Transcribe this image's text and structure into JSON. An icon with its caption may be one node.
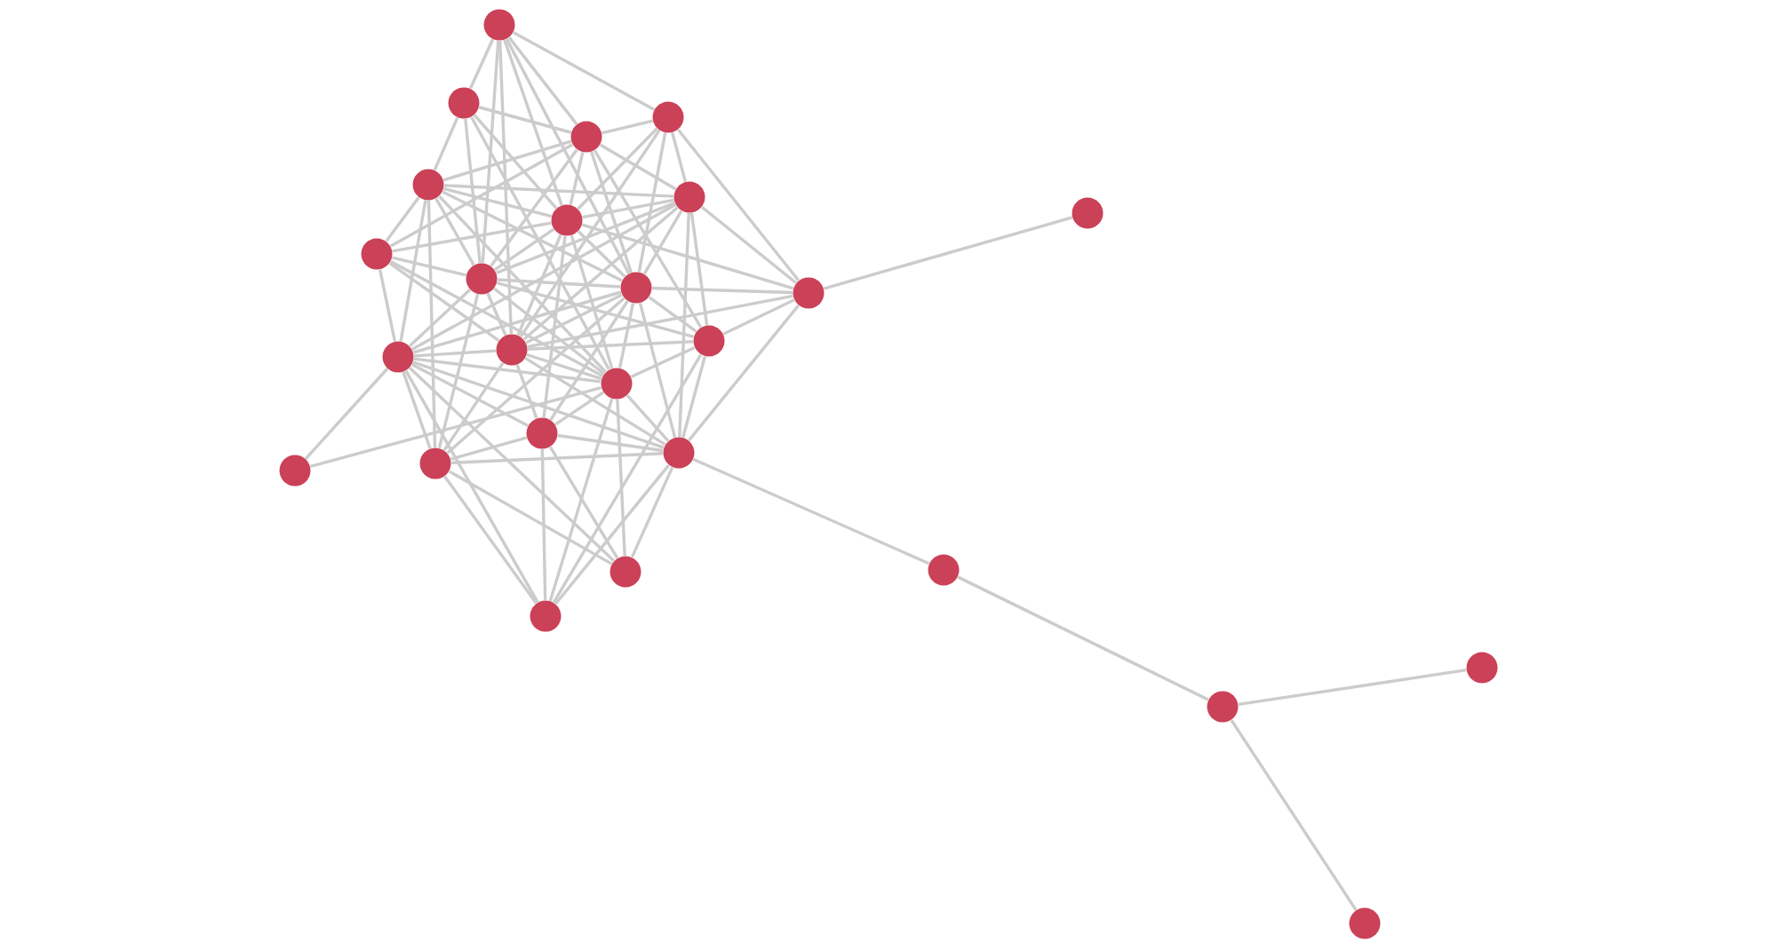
{
  "diagram": {
    "nodes": [
      {
        "text": [],
        "shape": "circle"
      },
      {
        "text": [],
        "shape": "circle"
      },
      {
        "text": [],
        "shape": "circle"
      },
      {
        "text": [],
        "shape": "circle"
      },
      {
        "text": [],
        "shape": "circle"
      },
      {
        "text": [],
        "shape": "circle"
      },
      {
        "text": [],
        "shape": "circle"
      },
      {
        "text": [],
        "shape": "circle"
      },
      {
        "text": [],
        "shape": "circle"
      },
      {
        "text": [],
        "shape": "circle"
      },
      {
        "text": [],
        "shape": "circle"
      },
      {
        "text": [],
        "shape": "circle"
      },
      {
        "text": [],
        "shape": "circle"
      },
      {
        "text": [],
        "shape": "circle"
      },
      {
        "text": [],
        "shape": "circle"
      },
      {
        "text": [],
        "shape": "circle"
      },
      {
        "text": [],
        "shape": "circle"
      },
      {
        "text": [],
        "shape": "circle"
      },
      {
        "text": [],
        "shape": "circle"
      },
      {
        "text": [],
        "shape": "circle"
      },
      {
        "text": [],
        "shape": "circle"
      },
      {
        "text": [],
        "shape": "circle"
      },
      {
        "text": [],
        "shape": "circle"
      },
      {
        "text": [],
        "shape": "circle"
      },
      {
        "text": [],
        "shape": "circle"
      },
      {
        "text": [],
        "shape": "circle"
      }
    ],
    "edges": [
      {
        "from": 0,
        "to": 1,
        "arrow": "none"
      },
      {
        "from": 0,
        "to": 2,
        "arrow": "none"
      },
      {
        "from": 0,
        "to": 3,
        "arrow": "none"
      },
      {
        "from": 0,
        "to": 7,
        "arrow": "none"
      },
      {
        "from": 0,
        "to": 9,
        "arrow": "none"
      },
      {
        "from": 0,
        "to": 10,
        "arrow": "none"
      },
      {
        "from": 0,
        "to": 13,
        "arrow": "none"
      },
      {
        "from": 1,
        "to": 3,
        "arrow": "none"
      },
      {
        "from": 1,
        "to": 4,
        "arrow": "none"
      },
      {
        "from": 1,
        "to": 7,
        "arrow": "none"
      },
      {
        "from": 1,
        "to": 9,
        "arrow": "none"
      },
      {
        "from": 1,
        "to": 15,
        "arrow": "none"
      },
      {
        "from": 2,
        "to": 3,
        "arrow": "none"
      },
      {
        "from": 2,
        "to": 5,
        "arrow": "none"
      },
      {
        "from": 2,
        "to": 7,
        "arrow": "none"
      },
      {
        "from": 2,
        "to": 10,
        "arrow": "none"
      },
      {
        "from": 2,
        "to": 11,
        "arrow": "none"
      },
      {
        "from": 2,
        "to": 13,
        "arrow": "none"
      },
      {
        "from": 3,
        "to": 4,
        "arrow": "none"
      },
      {
        "from": 3,
        "to": 5,
        "arrow": "none"
      },
      {
        "from": 3,
        "to": 7,
        "arrow": "none"
      },
      {
        "from": 3,
        "to": 8,
        "arrow": "none"
      },
      {
        "from": 3,
        "to": 9,
        "arrow": "none"
      },
      {
        "from": 3,
        "to": 10,
        "arrow": "none"
      },
      {
        "from": 3,
        "to": 12,
        "arrow": "none"
      },
      {
        "from": 4,
        "to": 5,
        "arrow": "none"
      },
      {
        "from": 4,
        "to": 7,
        "arrow": "none"
      },
      {
        "from": 4,
        "to": 8,
        "arrow": "none"
      },
      {
        "from": 4,
        "to": 9,
        "arrow": "none"
      },
      {
        "from": 4,
        "to": 10,
        "arrow": "none"
      },
      {
        "from": 4,
        "to": 14,
        "arrow": "none"
      },
      {
        "from": 4,
        "to": 15,
        "arrow": "none"
      },
      {
        "from": 4,
        "to": 18,
        "arrow": "none"
      },
      {
        "from": 5,
        "to": 7,
        "arrow": "none"
      },
      {
        "from": 5,
        "to": 9,
        "arrow": "none"
      },
      {
        "from": 5,
        "to": 10,
        "arrow": "none"
      },
      {
        "from": 5,
        "to": 11,
        "arrow": "none"
      },
      {
        "from": 5,
        "to": 12,
        "arrow": "none"
      },
      {
        "from": 5,
        "to": 13,
        "arrow": "none"
      },
      {
        "from": 5,
        "to": 14,
        "arrow": "none"
      },
      {
        "from": 5,
        "to": 17,
        "arrow": "none"
      },
      {
        "from": 7,
        "to": 8,
        "arrow": "none"
      },
      {
        "from": 7,
        "to": 9,
        "arrow": "none"
      },
      {
        "from": 7,
        "to": 10,
        "arrow": "none"
      },
      {
        "from": 7,
        "to": 11,
        "arrow": "none"
      },
      {
        "from": 7,
        "to": 13,
        "arrow": "none"
      },
      {
        "from": 7,
        "to": 15,
        "arrow": "none"
      },
      {
        "from": 7,
        "to": 16,
        "arrow": "none"
      },
      {
        "from": 8,
        "to": 9,
        "arrow": "none"
      },
      {
        "from": 8,
        "to": 13,
        "arrow": "none"
      },
      {
        "from": 8,
        "to": 14,
        "arrow": "none"
      },
      {
        "from": 8,
        "to": 15,
        "arrow": "none"
      },
      {
        "from": 9,
        "to": 10,
        "arrow": "none"
      },
      {
        "from": 9,
        "to": 12,
        "arrow": "none"
      },
      {
        "from": 9,
        "to": 13,
        "arrow": "none"
      },
      {
        "from": 9,
        "to": 14,
        "arrow": "none"
      },
      {
        "from": 9,
        "to": 15,
        "arrow": "none"
      },
      {
        "from": 9,
        "to": 18,
        "arrow": "none"
      },
      {
        "from": 10,
        "to": 11,
        "arrow": "none"
      },
      {
        "from": 10,
        "to": 12,
        "arrow": "none"
      },
      {
        "from": 10,
        "to": 13,
        "arrow": "none"
      },
      {
        "from": 10,
        "to": 14,
        "arrow": "none"
      },
      {
        "from": 10,
        "to": 15,
        "arrow": "none"
      },
      {
        "from": 10,
        "to": 16,
        "arrow": "none"
      },
      {
        "from": 10,
        "to": 17,
        "arrow": "none"
      },
      {
        "from": 10,
        "to": 18,
        "arrow": "none"
      },
      {
        "from": 11,
        "to": 12,
        "arrow": "none"
      },
      {
        "from": 11,
        "to": 13,
        "arrow": "none"
      },
      {
        "from": 11,
        "to": 17,
        "arrow": "none"
      },
      {
        "from": 11,
        "to": 6,
        "arrow": "none"
      },
      {
        "from": 12,
        "to": 13,
        "arrow": "none"
      },
      {
        "from": 12,
        "to": 15,
        "arrow": "none"
      },
      {
        "from": 12,
        "to": 17,
        "arrow": "none"
      },
      {
        "from": 13,
        "to": 14,
        "arrow": "none"
      },
      {
        "from": 13,
        "to": 15,
        "arrow": "none"
      },
      {
        "from": 13,
        "to": 16,
        "arrow": "none"
      },
      {
        "from": 13,
        "to": 17,
        "arrow": "none"
      },
      {
        "from": 13,
        "to": 18,
        "arrow": "none"
      },
      {
        "from": 14,
        "to": 15,
        "arrow": "none"
      },
      {
        "from": 14,
        "to": 16,
        "arrow": "none"
      },
      {
        "from": 14,
        "to": 17,
        "arrow": "none"
      },
      {
        "from": 14,
        "to": 18,
        "arrow": "none"
      },
      {
        "from": 14,
        "to": 22,
        "arrow": "none"
      },
      {
        "from": 15,
        "to": 16,
        "arrow": "none"
      },
      {
        "from": 15,
        "to": 17,
        "arrow": "none"
      },
      {
        "from": 15,
        "to": 22,
        "arrow": "none"
      },
      {
        "from": 16,
        "to": 17,
        "arrow": "none"
      },
      {
        "from": 16,
        "to": 18,
        "arrow": "none"
      },
      {
        "from": 16,
        "to": 21,
        "arrow": "none"
      },
      {
        "from": 16,
        "to": 22,
        "arrow": "none"
      },
      {
        "from": 17,
        "to": 18,
        "arrow": "none"
      },
      {
        "from": 17,
        "to": 21,
        "arrow": "none"
      },
      {
        "from": 17,
        "to": 22,
        "arrow": "none"
      },
      {
        "from": 17,
        "to": 20,
        "arrow": "none"
      },
      {
        "from": 18,
        "to": 21,
        "arrow": "none"
      },
      {
        "from": 18,
        "to": 22,
        "arrow": "none"
      },
      {
        "from": 21,
        "to": 15,
        "arrow": "none"
      },
      {
        "from": 21,
        "to": 14,
        "arrow": "none"
      },
      {
        "from": 22,
        "to": 12,
        "arrow": "none"
      },
      {
        "from": 19,
        "to": 14,
        "arrow": "none"
      },
      {
        "from": 19,
        "to": 15,
        "arrow": "none"
      },
      {
        "from": 20,
        "to": 24,
        "arrow": "none"
      },
      {
        "from": 24,
        "to": 23,
        "arrow": "none"
      },
      {
        "from": 24,
        "to": 25,
        "arrow": "none"
      }
    ]
  }
}
